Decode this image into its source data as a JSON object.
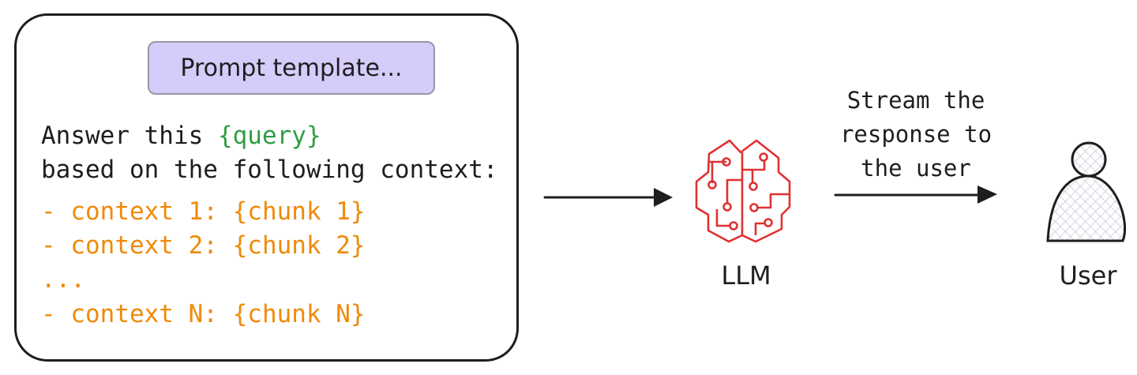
{
  "prompt_template": {
    "title": "Prompt template...",
    "line1_prefix": "Answer this ",
    "line1_var": "{query}",
    "line2": "based on the following context:",
    "context_lines": [
      "- context 1: {chunk 1}",
      "- context 2: {chunk 2}",
      "...",
      "- context N: {chunk N}"
    ]
  },
  "llm": {
    "label": "LLM",
    "icon": "brain-circuit-icon",
    "color": "#e03131"
  },
  "stream": {
    "text": "Stream the\nresponse to\nthe user"
  },
  "user": {
    "label": "User",
    "icon": "user-icon"
  },
  "colors": {
    "query": "#2f9e44",
    "context": "#ef8a0a",
    "prompt_title_bg": "#d6ccfa"
  }
}
